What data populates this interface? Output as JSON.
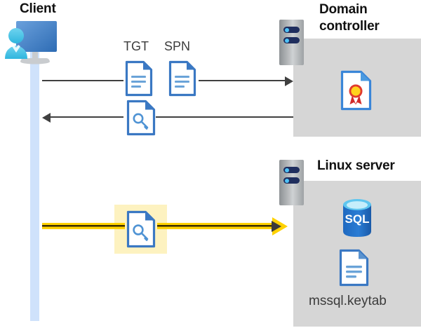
{
  "diagram": {
    "title_client": "Client",
    "title_domain_controller": "Domain\ncontroller",
    "title_domain_controller_line1": "Domain",
    "title_domain_controller_line2": "controller",
    "title_linux_server": "Linux server",
    "labels": {
      "tgt": "TGT",
      "spn": "SPN",
      "keytab_file": "mssql.keytab"
    },
    "icons": {
      "client": "user-with-monitor-icon",
      "tgt_document": "document-icon",
      "spn_document": "document-icon",
      "ticket_key_document": "document-with-key-icon",
      "highlighted_key_document": "document-with-key-icon",
      "certificate": "certificate-document-icon",
      "sql_database": "sql-database-icon",
      "keytab_document": "document-icon",
      "server_rack_dc": "server-rack-icon",
      "server_rack_linux": "server-rack-icon"
    },
    "arrows": [
      {
        "name": "client-to-dc-request",
        "direction": "right",
        "style": "thin-dark"
      },
      {
        "name": "dc-to-client-response",
        "direction": "left",
        "style": "thin-dark"
      },
      {
        "name": "client-to-linux-ticket",
        "direction": "right",
        "style": "thick-yellow"
      }
    ],
    "colors": {
      "lifeline": "#cfe2fb",
      "panel_gray": "#d6d6d6",
      "accent_yellow": "#ffd200",
      "highlight_yellow": "#fdf2c0",
      "doc_blue": "#3a78c3",
      "sql_blue": "#1f6fc4",
      "arrow_dark": "#404040"
    }
  }
}
